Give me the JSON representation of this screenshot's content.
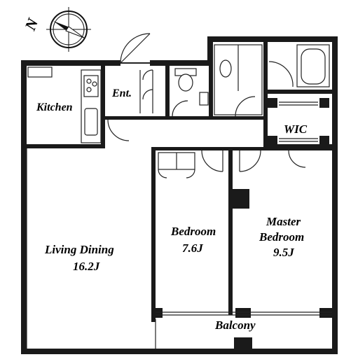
{
  "compass": {
    "label": "N"
  },
  "rooms": {
    "kitchen": "Kitchen",
    "entrance": "Ent.",
    "wic": "WIC",
    "living_name": "Living Dining",
    "living_size": "16.2J",
    "bedroom_name": "Bedroom",
    "bedroom_size": "7.6J",
    "master_name_1": "Master",
    "master_name_2": "Bedroom",
    "master_size": "9.5J",
    "balcony": "Balcony"
  }
}
